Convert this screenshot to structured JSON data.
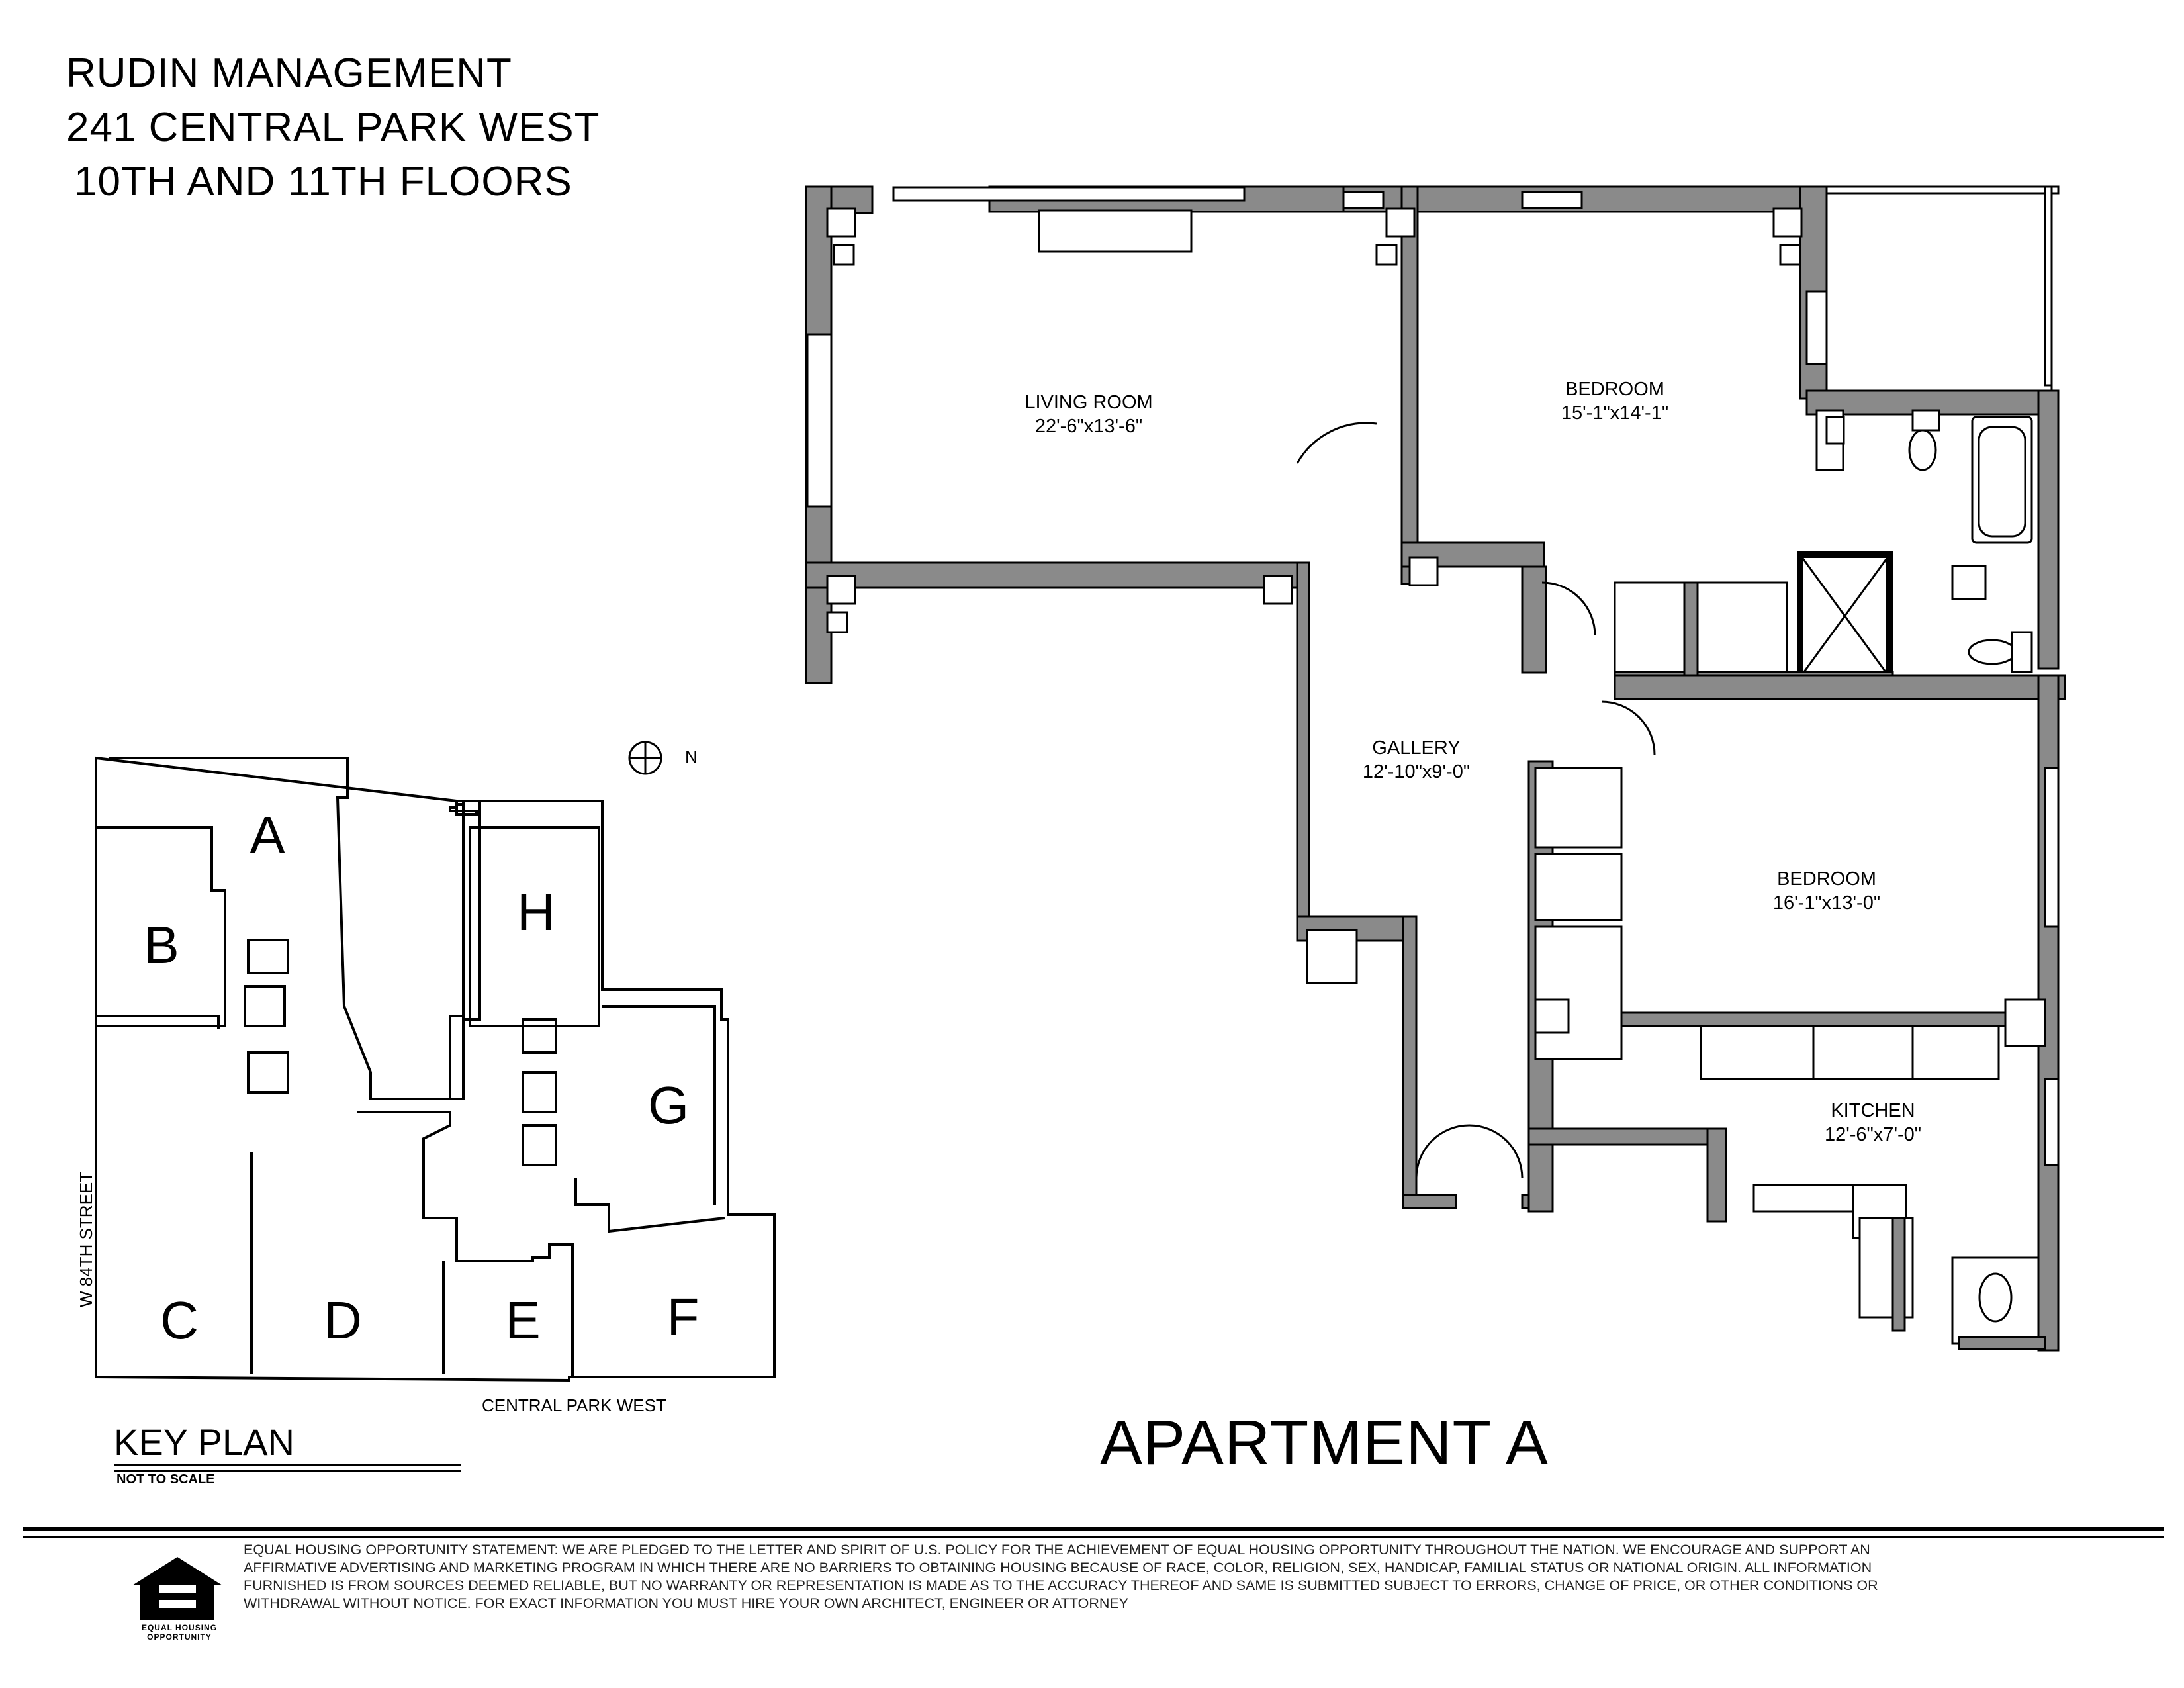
{
  "header": {
    "line1": "RUDIN MANAGEMENT",
    "line2": "241 CENTRAL PARK WEST",
    "line3": "10TH AND 11TH FLOORS"
  },
  "rooms": {
    "living_room": {
      "name": "LIVING ROOM",
      "dims": "22'-6\"x13'-6\""
    },
    "bedroom1": {
      "name": "BEDROOM",
      "dims": "15'-1\"x14'-1\""
    },
    "gallery": {
      "name": "GALLERY",
      "dims": "12'-10\"x9'-0\""
    },
    "bedroom2": {
      "name": "BEDROOM",
      "dims": "16'-1\"x13'-0\""
    },
    "kitchen": {
      "name": "KITCHEN",
      "dims": "12'-6\"x7'-0\""
    }
  },
  "apartment_title": "APARTMENT A",
  "compass_label": "N",
  "key_plan": {
    "title": "KEY PLAN",
    "subtitle": "NOT TO SCALE",
    "units": [
      "A",
      "B",
      "C",
      "D",
      "E",
      "F",
      "G",
      "H"
    ],
    "street_bottom": "CENTRAL PARK WEST",
    "street_side": "W 84TH STREET"
  },
  "footer": {
    "statement": "EQUAL HOUSING OPPORTUNITY STATEMENT: WE ARE PLEDGED TO THE LETTER AND SPIRIT OF U.S. POLICY FOR THE ACHIEVEMENT OF EQUAL HOUSING OPPORTUNITY THROUGHOUT THE NATION.  WE ENCOURAGE AND SUPPORT AN\nAFFIRMATIVE ADVERTISING AND MARKETING PROGRAM IN WHICH THERE ARE NO BARRIERS TO OBTAINING HOUSING BECAUSE OF RACE, COLOR, RELIGION, SEX, HANDICAP, FAMILIAL STATUS OR NATIONAL ORIGIN.  ALL INFORMATION\nFURNISHED IS FROM SOURCES DEEMED RELIABLE, BUT NO WARRANTY OR REPRESENTATION IS MADE AS TO THE ACCURACY THEREOF AND SAME IS SUBMITTED SUBJECT TO ERRORS, CHANGE OF PRICE, OR OTHER CONDITIONS OR\nWITHDRAWAL WITHOUT NOTICE.  FOR EXACT INFORMATION YOU MUST HIRE YOUR OWN ARCHITECT, ENGINEER OR ATTORNEY",
    "logo_text": "EQUAL HOUSING OPPORTUNITY"
  },
  "colors": {
    "wall_fill": "#8a8a8a",
    "wall_stroke": "#000000"
  }
}
